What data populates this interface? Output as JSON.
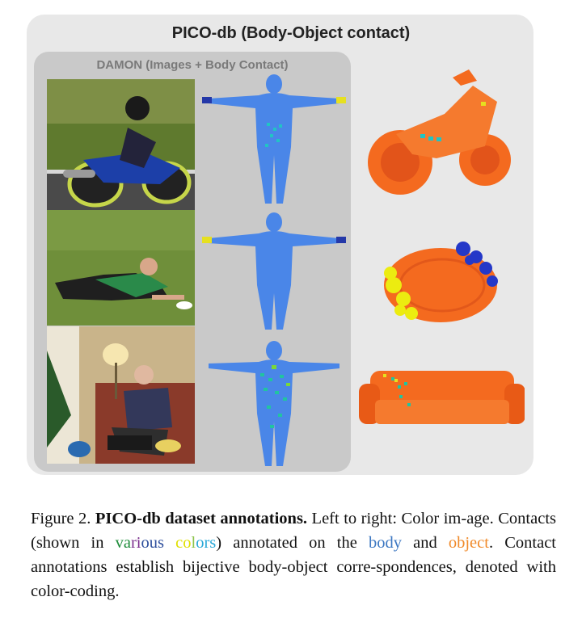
{
  "figure": {
    "main_title": "PICO-db (Body-Object contact)",
    "sub_title": "DAMON (Images + Body Contact)",
    "rows": [
      {
        "photo_icon": "motorcycle-rider-photo",
        "body_icon": "body-mesh-icon",
        "object_icon": "motorcycle-mesh-icon"
      },
      {
        "photo_icon": "frisbee-diver-photo",
        "body_icon": "body-mesh-icon",
        "object_icon": "frisbee-mesh-icon"
      },
      {
        "photo_icon": "man-on-sofa-photo",
        "body_icon": "body-mesh-icon",
        "object_icon": "sofa-mesh-icon"
      }
    ],
    "colors": {
      "body": "#4a86e8",
      "object": "#f46a1f",
      "panel_outer": "#e8e8e8",
      "panel_inner": "#c9c9c9"
    }
  },
  "caption": {
    "label": "Figure 2.",
    "bold": "PICO-db dataset annotations.",
    "text1": " Left to right: Color im-age. Contacts (shown in ",
    "var_va": "va",
    "var_ri": "ri",
    "var_ous": "ous",
    "space": " ",
    "col_co": "co",
    "col_l": "l",
    "col_ors": "ors",
    "text2": ") annotated on the ",
    "body_word": "body",
    "text3": " and ",
    "object_word": "object",
    "text4": ". Contact annotations establish bijective body-object corre-spondences, denoted with color-coding.",
    "colors": {
      "va": "#1e8c3a",
      "ri": "#7a2d8c",
      "ous": "#2d4e9c",
      "co": "#e0e000",
      "l": "#8bc34a",
      "ors": "#2aa8d8",
      "body": "#3d78c2",
      "object": "#f08a2a"
    }
  }
}
